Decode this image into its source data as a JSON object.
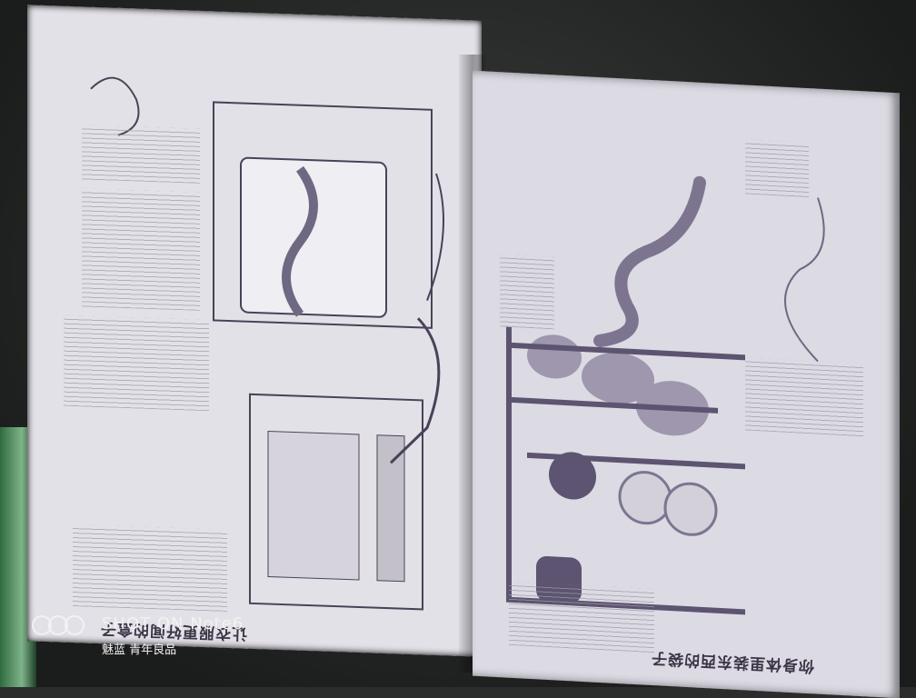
{
  "photo": {
    "left_page_title": "让衣服更好闻的盒子",
    "right_page_title": "你身体里装东西的袋子",
    "watermark": {
      "shot_text": "SHOT ON Note6",
      "sub_text": "魅蓝 青年良品"
    }
  },
  "colors": {
    "page": "#e3e1e8",
    "ink": "#4a4258",
    "organ_fill": "#9e97ad"
  }
}
